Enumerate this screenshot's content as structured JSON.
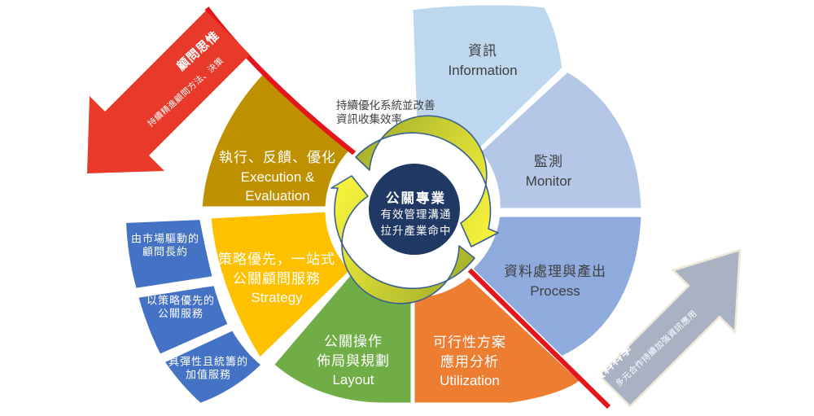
{
  "center": {
    "line1": "公關專業",
    "line2": "有效管理溝通",
    "line3": "拉升產業命中"
  },
  "top_note": {
    "line1": "持續優化系統並改善",
    "line2": "資訊收集效率"
  },
  "segments": {
    "information": {
      "zh": "資訊",
      "en": "Information"
    },
    "monitor": {
      "zh": "監測",
      "en": "Monitor"
    },
    "process": {
      "zh": "資料處理與產出",
      "en": "Process"
    },
    "utilization": {
      "zh1": "可行性方案",
      "zh2": "應用分析",
      "en": "Utilization"
    },
    "layout": {
      "zh1": "公關操作",
      "zh2": "佈局與規劃",
      "en": "Layout"
    },
    "strategy": {
      "zh1": "策略優先，一站式",
      "zh2": "公關顧問服務",
      "en": "Strategy"
    },
    "execution": {
      "zh": "執行、反饋、優化",
      "en1": "Execution &",
      "en2": "Evaluation"
    }
  },
  "side_petals": [
    {
      "line1": "由市場驅動的",
      "line2": "顧問長約"
    },
    {
      "line1": "以策略優先的",
      "line2": "公關服務"
    },
    {
      "line1": "具彈性且統籌的",
      "line2": "加值服務"
    }
  ],
  "arrows": {
    "consultant": {
      "title": "顧問思惟",
      "subtitle": "持續精進顧問方法、決策"
    },
    "data_science": {
      "title": "資料科學",
      "subtitle": "多元合作持續加強資訊應用"
    }
  },
  "colors": {
    "information": "#BDD7EE",
    "monitor": "#B4C7E7",
    "process": "#8FAADC",
    "utilization": "#ED7D31",
    "layout": "#70AD47",
    "strategy": "#FFC000",
    "execution": "#BF9000",
    "side_petal": "#4472C4",
    "center": "#1F3864",
    "red_line": "#E3161B",
    "red_arrow": "#E8392B",
    "gray_arrow": "#A9B2C3",
    "gray_arrow_border": "#EFE7D8",
    "cycle_olive": "#A8B32B",
    "cycle_yellow": "#F5F23C",
    "text_dark": "#404040"
  }
}
